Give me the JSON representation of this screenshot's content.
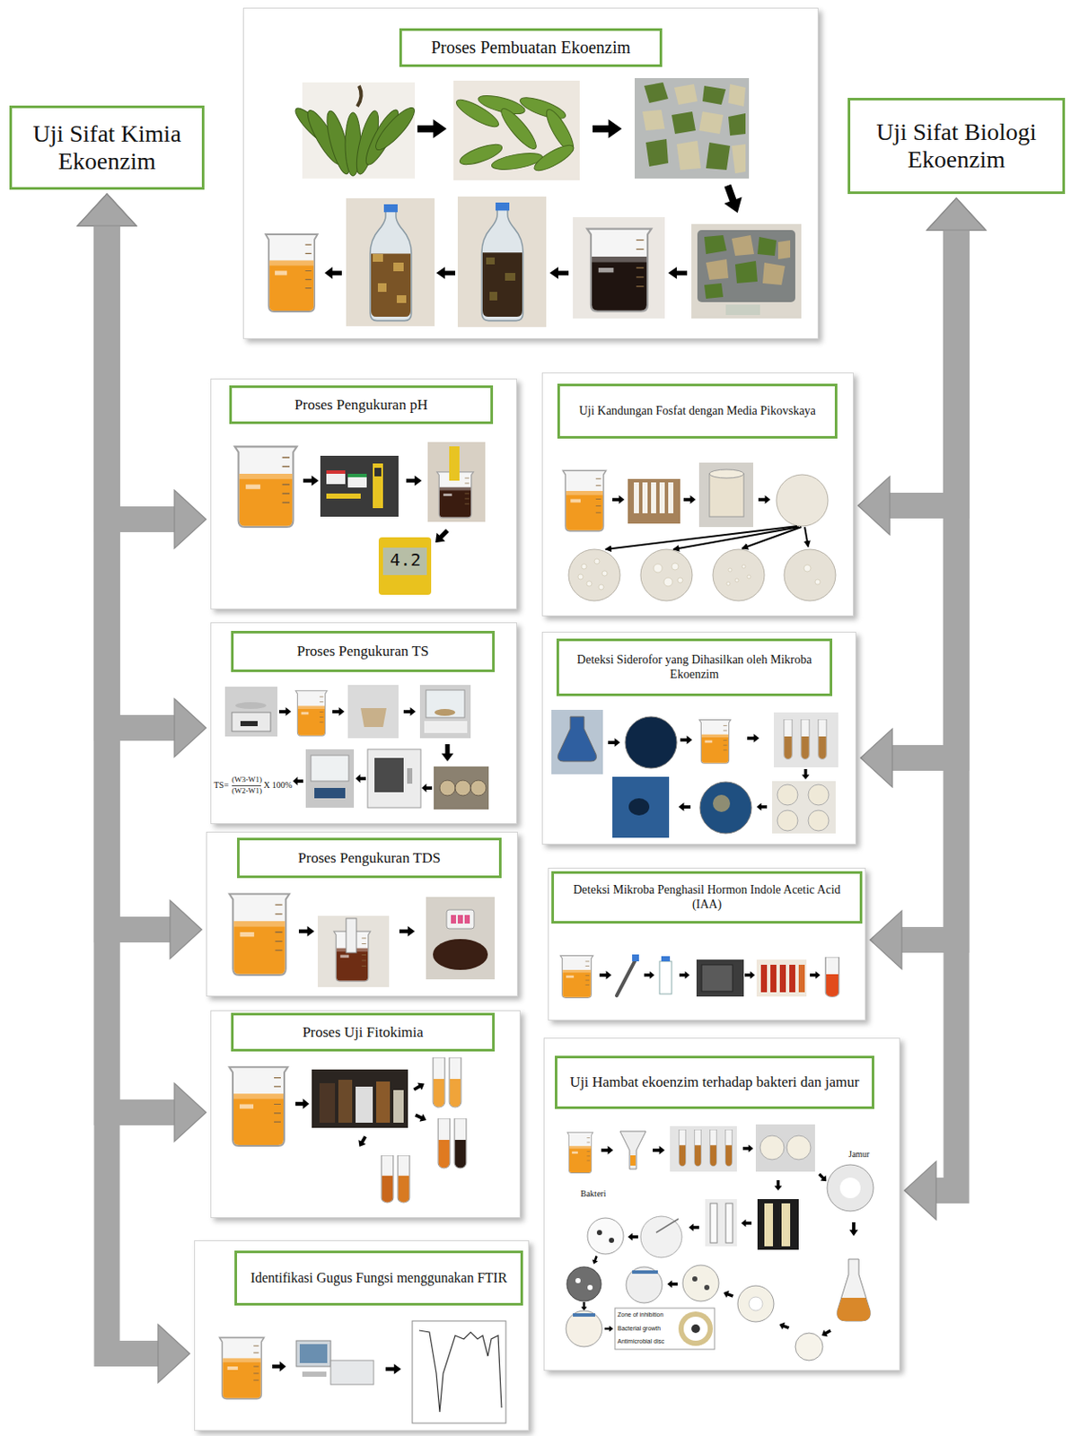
{
  "diagram": {
    "nodes": [
      {
        "text": [
          "Uji Sifat Kimia Ekoenzim"
        ]
      },
      {
        "text": [
          "Proses Pembuatan Ekoenzim"
        ]
      },
      {
        "text": [
          "Uji Sifat Biologi Ekoenzim"
        ]
      },
      {
        "text": [
          "Proses Pengukuran pH"
        ]
      },
      {
        "text": [
          "Uji Kandungan Fosfat dengan Media Pikovskaya"
        ]
      },
      {
        "text": [
          "Proses Pengukuran TS"
        ]
      },
      {
        "text": [
          "Deteksi Siderofor yang Dihasilkan oleh Mikroba Ekoenzim"
        ]
      },
      {
        "text": [
          "Proses Pengukuran TDS"
        ]
      },
      {
        "text": [
          "Deteksi Mikroba Penghasil Hormon Indole Acetic Acid (IAA)"
        ]
      },
      {
        "text": [
          "Proses Uji Fitokimia"
        ]
      },
      {
        "text": [
          "Uji Hambat ekoenzim terhadap bakteri dan jamur"
        ]
      },
      {
        "text": [
          "Identifikasi Gugus Fungsi menggunakan FTIR"
        ]
      }
    ],
    "edges": [
      {
        "from": 0,
        "to": 3,
        "arrow": "both"
      },
      {
        "from": 0,
        "to": 5,
        "arrow": "both"
      },
      {
        "from": 0,
        "to": 7,
        "arrow": "both"
      },
      {
        "from": 0,
        "to": 9,
        "arrow": "both"
      },
      {
        "from": 0,
        "to": 11,
        "arrow": "both"
      },
      {
        "from": 2,
        "to": 4,
        "arrow": "both"
      },
      {
        "from": 2,
        "to": 6,
        "arrow": "both"
      },
      {
        "from": 2,
        "to": 8,
        "arrow": "both"
      },
      {
        "from": 2,
        "to": 10,
        "arrow": "both"
      }
    ],
    "labels": [
      "4.2",
      "TS=",
      "(W3-W1)",
      "(W2-W1)",
      "X 100%",
      "Jamur",
      "Bakteri",
      "Zone of inhibition",
      "Bacterial growth",
      "Antimicrobial disc"
    ]
  }
}
